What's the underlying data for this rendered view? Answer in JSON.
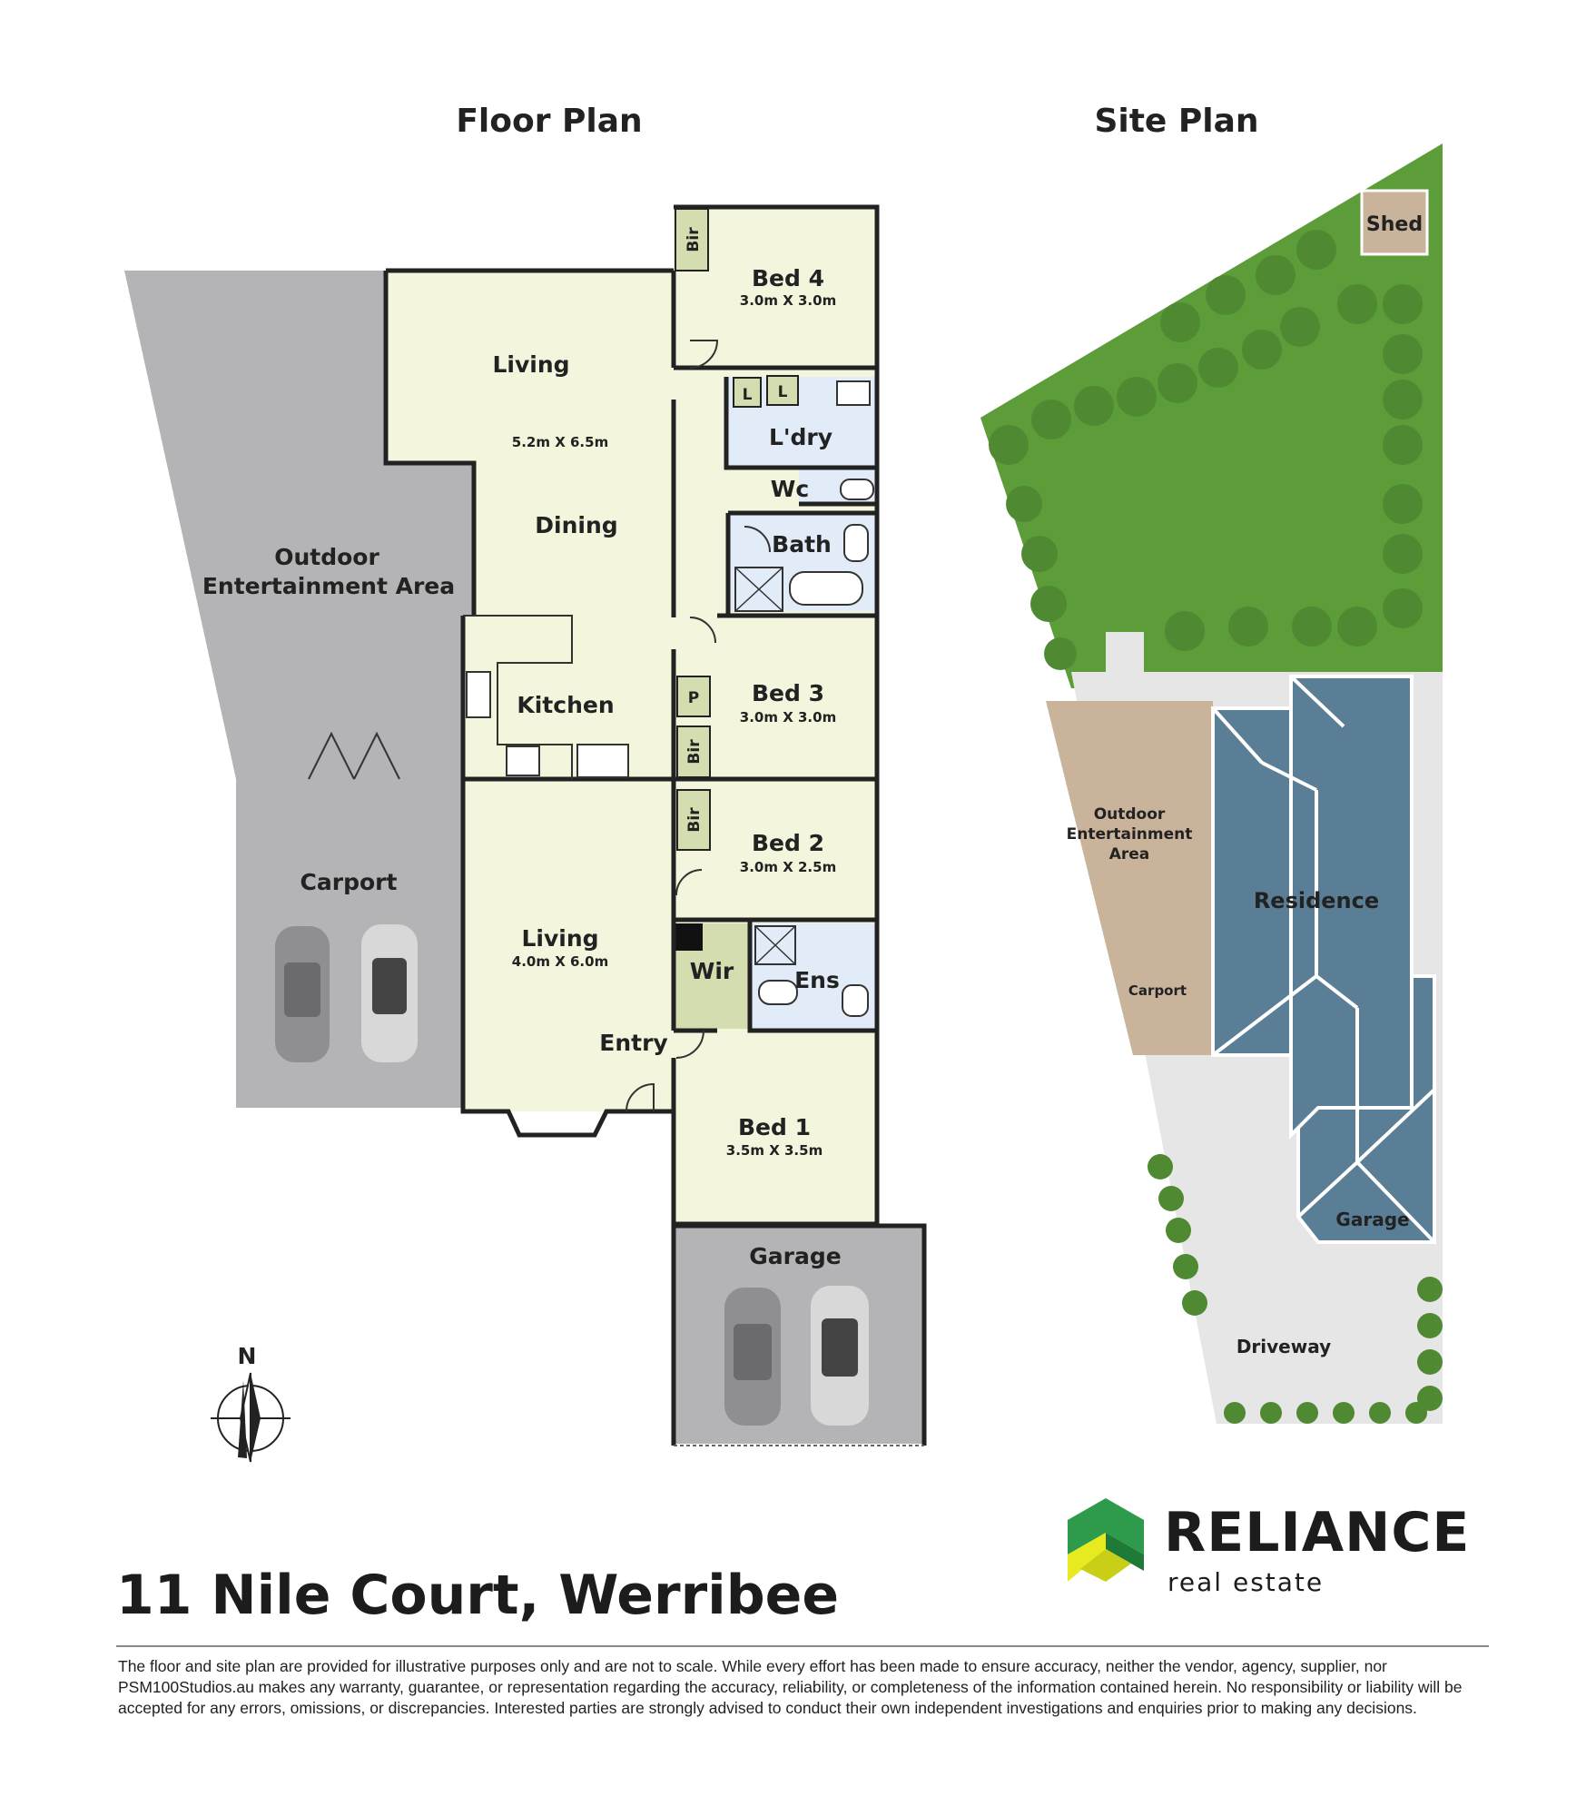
{
  "titles": {
    "floor_plan": "Floor Plan",
    "site_plan": "Site Plan"
  },
  "floor_rooms": {
    "outdoor_line1": "Outdoor",
    "outdoor_line2": "Entertainment Area",
    "carport": "Carport",
    "living_main": "Living",
    "living_main_dim": "5.2m X 6.5m",
    "dining": "Dining",
    "kitchen": "Kitchen",
    "living2": "Living",
    "living2_dim": "4.0m X 6.0m",
    "entry": "Entry",
    "bed4": "Bed 4",
    "bed4_dim": "3.0m X 3.0m",
    "bir": "Bir",
    "l1": "L",
    "l2": "L",
    "ldry": "L'dry",
    "wc": "Wc",
    "bath": "Bath",
    "bed3": "Bed 3",
    "bed3_dim": "3.0m X 3.0m",
    "pantry": "P",
    "bed2": "Bed 2",
    "bed2_dim": "3.0m X 2.5m",
    "wir": "Wir",
    "ens": "Ens",
    "bed1": "Bed 1",
    "bed1_dim": "3.5m X 3.5m",
    "garage": "Garage"
  },
  "compass": {
    "north": "N"
  },
  "site_labels": {
    "shed": "Shed",
    "outdoor_line1": "Outdoor",
    "outdoor_line2": "Entertainment",
    "outdoor_line3": "Area",
    "residence": "Residence",
    "carport": "Carport",
    "garage": "Garage",
    "driveway": "Driveway"
  },
  "colors": {
    "room_fill": "#f3f6dd",
    "bir_fill": "#d4ddb0",
    "wet_fill": "#e2ecf8",
    "grey_area": "#b4b4b6",
    "lawn": "#5c9c39",
    "paving": "#e6e6e6",
    "deck": "#c9b49b",
    "roof": "#5a7e96",
    "logo_green": "#2e9b4c",
    "logo_yellow": "#e7ea1e"
  },
  "brand": {
    "name": "RELIANCE",
    "sub": "real estate"
  },
  "address": "11 Nile Court, Werribee",
  "disclaimer": "The floor and site plan are provided for illustrative purposes only and are not to scale. While every effort has been made to ensure accuracy, neither the vendor, agency, supplier, nor PSM100Studios.au makes any warranty, guarantee, or representation regarding the accuracy, reliability, or completeness of the information contained herein. No responsibility or liability will be accepted for any errors, omissions, or discrepancies. Interested parties are strongly advised to conduct their own independent investigations and enquiries prior to making any decisions."
}
